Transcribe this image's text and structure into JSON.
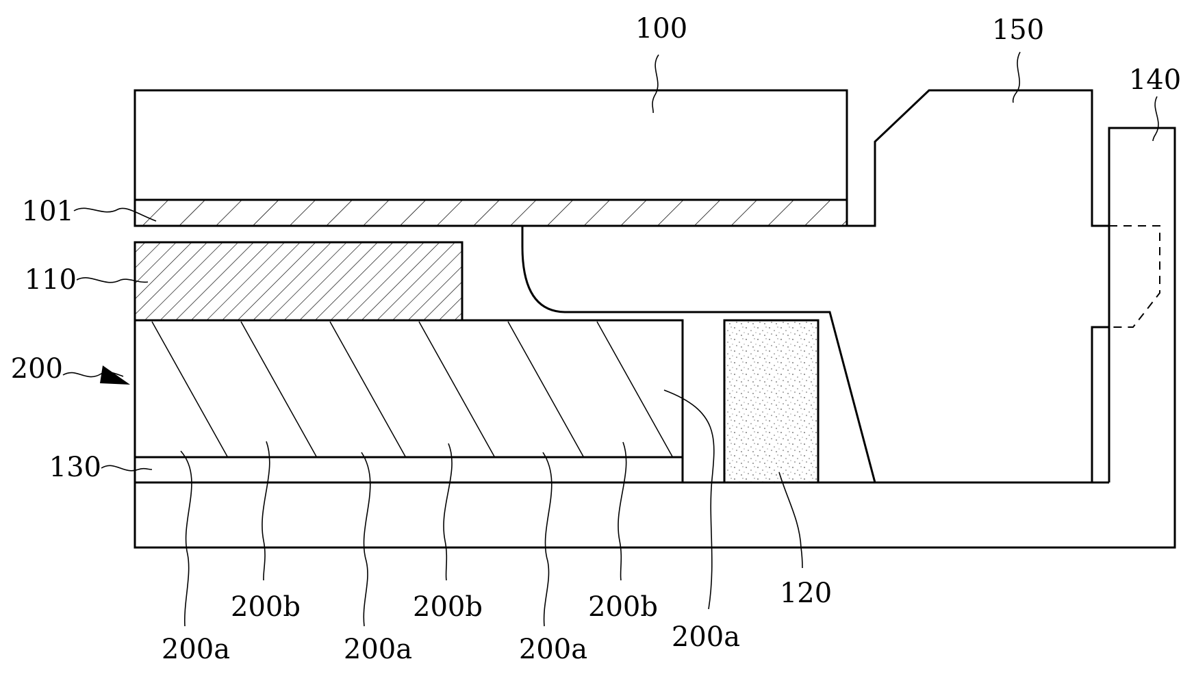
{
  "figure": {
    "labels": {
      "cover_100": "100",
      "layer_101": "101",
      "block_110": "110",
      "lightguide_200": "200",
      "layer_130": "130",
      "frame_150": "150",
      "frame_140": "140",
      "part_120": "120",
      "part_200a": "200a",
      "part_200b": "200b"
    }
  }
}
